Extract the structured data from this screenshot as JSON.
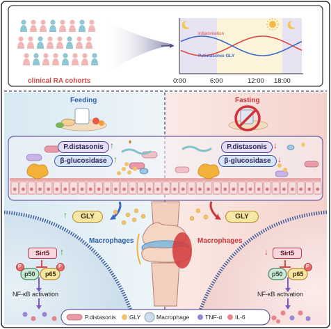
{
  "top": {
    "cohort_label": "clinical RA cohorts",
    "inflammation_label": "Inflammation",
    "pgly_label": "P.distasonis-GLY",
    "time_ticks": [
      "0:00",
      "6:00",
      "12:00",
      "18:00"
    ]
  },
  "feeding": {
    "title": "Feeding",
    "bacterium_label": "P.distasonis",
    "enzyme_label": "β-glucosidase",
    "gly_label": "GLY",
    "macrophage_label": "Macrophages",
    "sirt_label": "Sirt5",
    "p50_label": "p50",
    "p65_label": "p65",
    "p_label": "P",
    "nfkb_label": "NF-κB activation"
  },
  "fasting": {
    "title": "Fasting",
    "bacterium_label": "P.distasonis",
    "enzyme_label": "β-glucosidase",
    "gly_label": "GLY",
    "macrophage_label": "Macrophages",
    "sirt_label": "Sirt5",
    "p50_label": "p50",
    "p65_label": "p65",
    "p_label": "P",
    "nfkb_label": "NF-κB activation"
  },
  "arrows": {
    "up": "↑",
    "down": "↓"
  },
  "legend": {
    "items": [
      "P.distasonis",
      "GLY",
      "Macrophage",
      "TNF-α",
      "IL-6"
    ]
  },
  "colors": {
    "inflammation": "#e0483f",
    "pgly": "#3d67c7",
    "up_arrow": "#2e9a3a",
    "down_arrow": "#d0313a",
    "feeding_bg": "#dcecf3",
    "fasting_bg": "#f7dcd6"
  }
}
